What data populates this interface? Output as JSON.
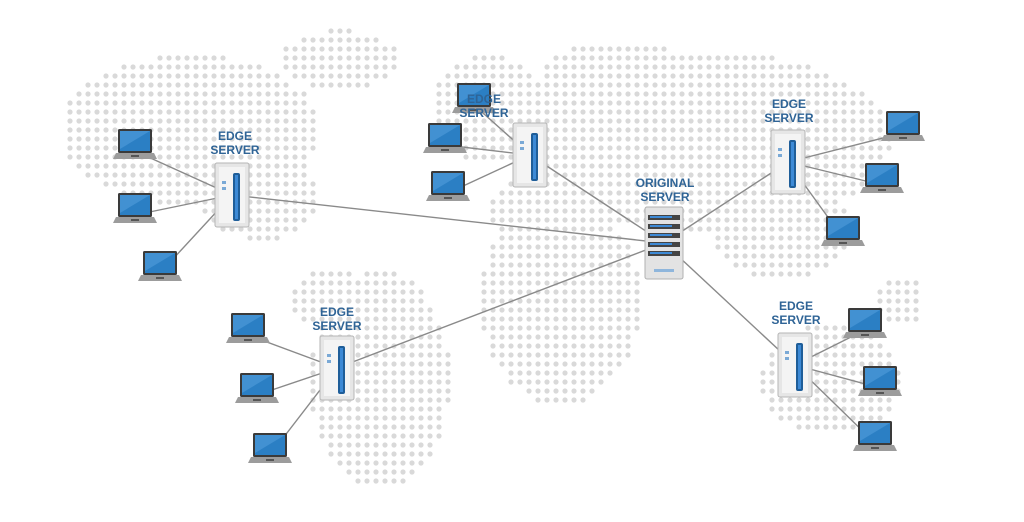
{
  "diagram": {
    "title": "CDN network: edge servers connected to original server",
    "origin": {
      "label_line1": "ORIGINAL",
      "label_line2": "SERVER"
    },
    "edge_servers": [
      {
        "id": "west",
        "label_line1": "EDGE",
        "label_line2": "SERVER",
        "clients": 3
      },
      {
        "id": "europe",
        "label_line1": "EDGE",
        "label_line2": "SERVER",
        "clients": 3
      },
      {
        "id": "east",
        "label_line1": "EDGE",
        "label_line2": "SERVER",
        "clients": 3
      },
      {
        "id": "south-america",
        "label_line1": "EDGE",
        "label_line2": "SERVER",
        "clients": 3
      },
      {
        "id": "oceania",
        "label_line1": "EDGE",
        "label_line2": "SERVER",
        "clients": 3
      }
    ],
    "colors": {
      "label": "#2f6496",
      "dots": "#d9d9d9",
      "link": "#8a8a8a",
      "screen": "#2b7fc4",
      "accent": "#3d8ad6"
    }
  }
}
